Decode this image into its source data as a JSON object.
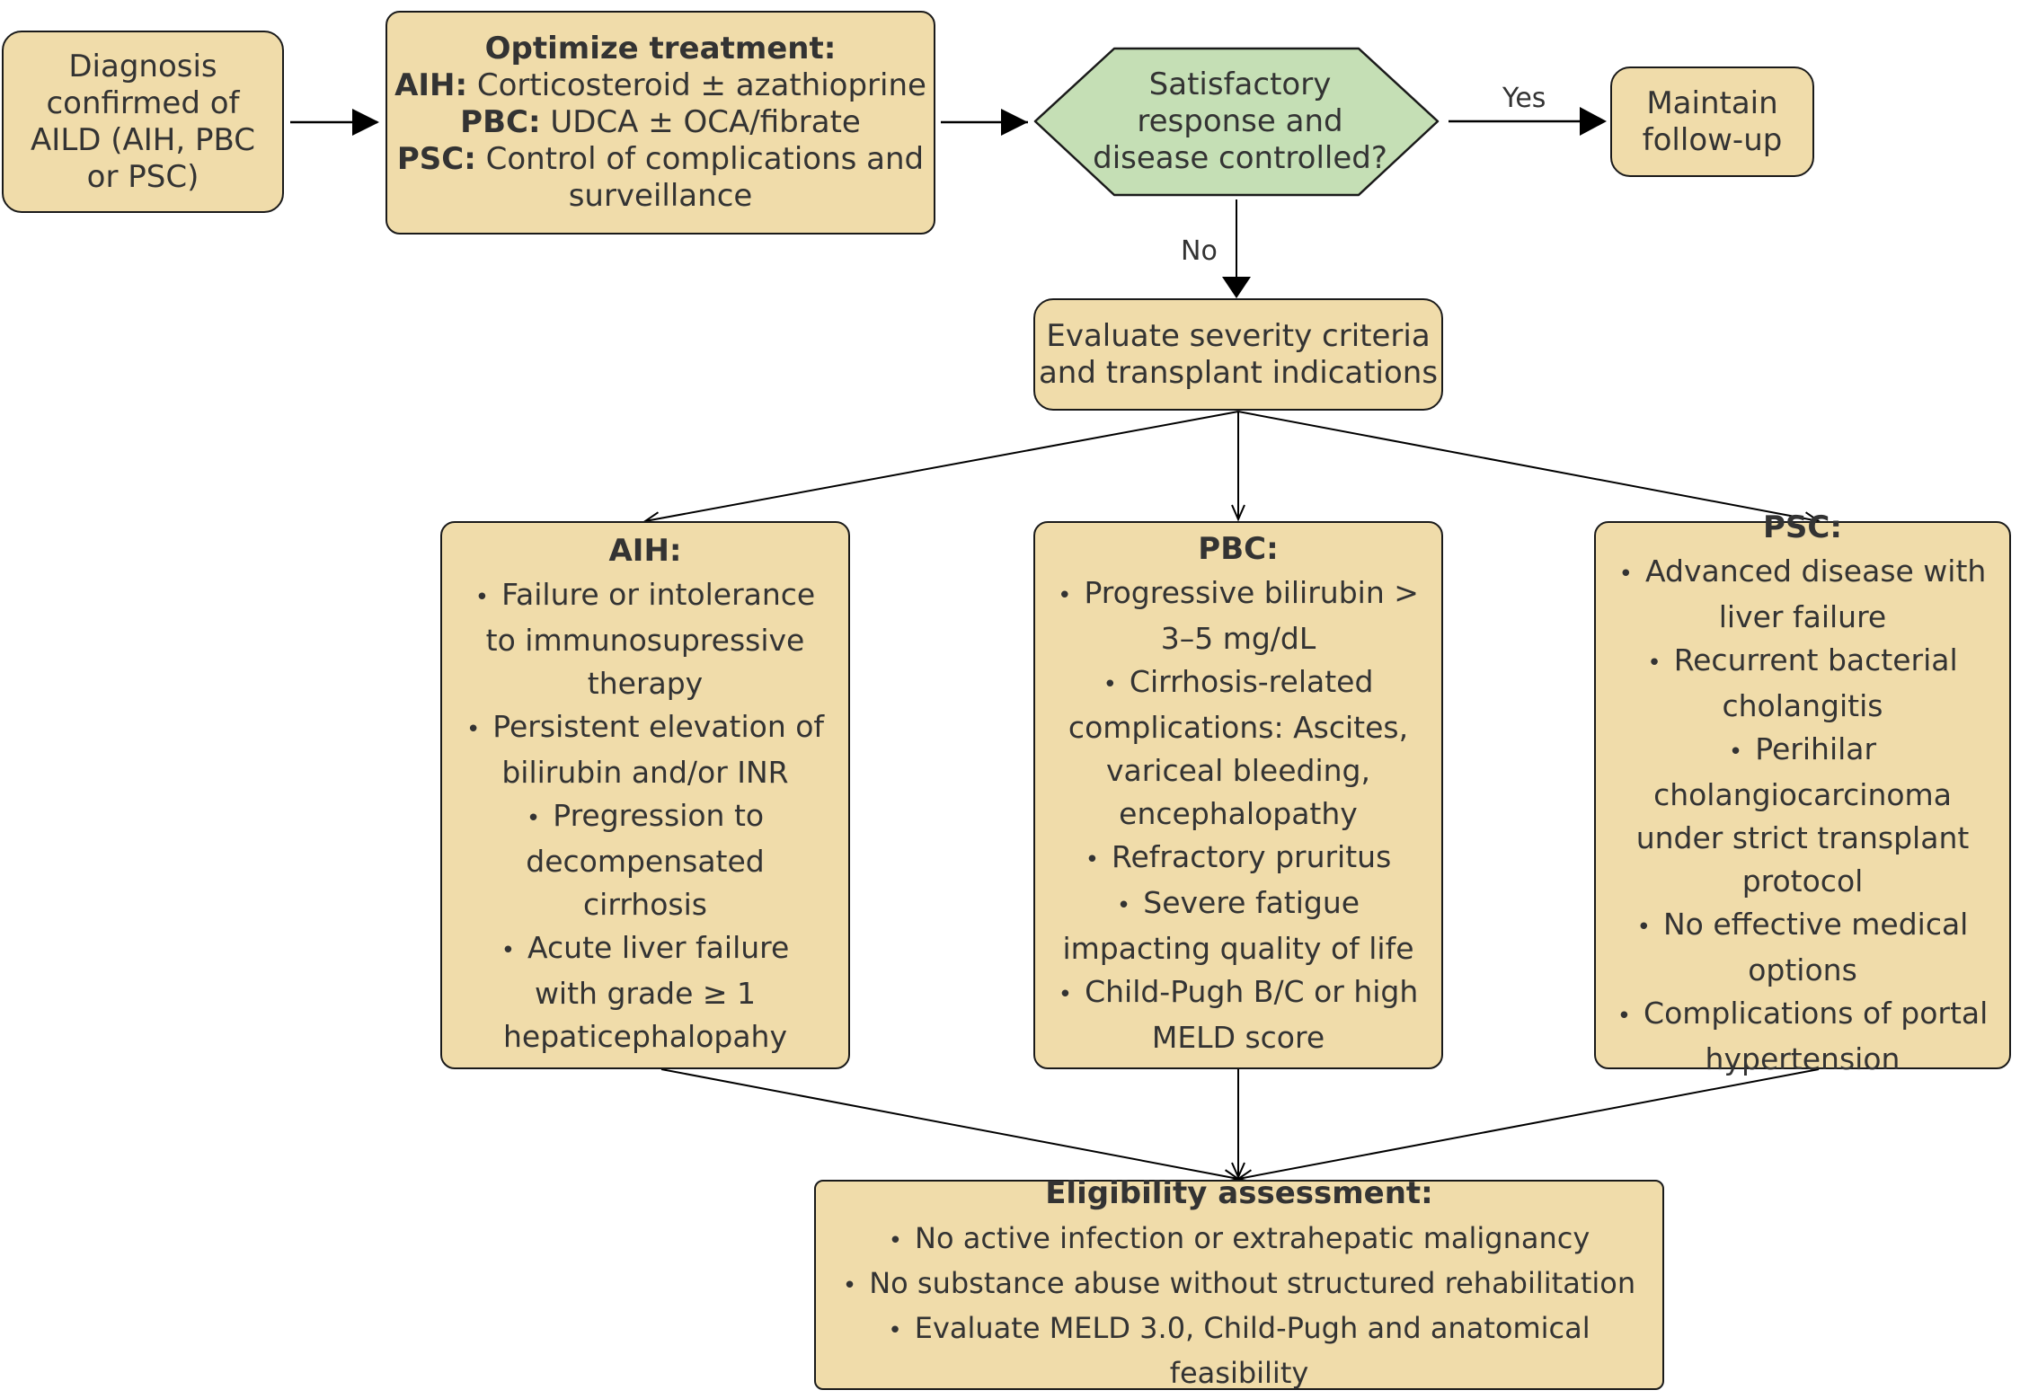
{
  "colors": {
    "box_fill": "#f0dcaa",
    "decision_fill": "#c5dfb5",
    "stroke": "#1a1a1a",
    "text": "#333333"
  },
  "nodes": {
    "diagnosis": {
      "lines": [
        "Diagnosis",
        "confirmed of",
        "AILD (AIH, PBC",
        "or PSC)"
      ]
    },
    "optimize": {
      "title": "Optimize treatment:",
      "rows": [
        {
          "key": "AIH:",
          "text": " Corticosteroid ± azathioprine"
        },
        {
          "key": "PBC:",
          "text": " UDCA ± OCA/fibrate"
        },
        {
          "key": "PSC:",
          "text": " Control of complications and"
        }
      ],
      "tail": "surveillance"
    },
    "decision": {
      "lines": [
        "Satisfactory",
        "response and",
        "disease controlled?"
      ]
    },
    "maintain": {
      "lines": [
        "Maintain",
        "follow-up"
      ]
    },
    "evaluate": {
      "lines": [
        "Evaluate severity criteria",
        "and transplant indications"
      ]
    },
    "aih": {
      "title": "AIH:",
      "items": [
        "Failure or intolerance to immunosupressive therapy",
        "Persistent elevation of bilirubin and/or INR",
        "Pregression to decompensated cirrhosis",
        "Acute liver failure with grade ≥ 1 hepaticephalopahy"
      ]
    },
    "pbc": {
      "title": "PBC:",
      "items": [
        "Progressive bilirubin > 3–5 mg/dL",
        "Cirrhosis-related complications: Ascites, variceal bleeding, encephalopathy",
        "Refractory pruritus",
        "Severe fatigue impacting quality of life",
        "Child-Pugh B/C or high MELD score"
      ]
    },
    "psc": {
      "title": "PSC:",
      "items": [
        "Advanced disease with liver failure",
        "Recurrent bacterial cholangitis",
        "Perihilar cholangiocarcinoma under strict transplant protocol",
        "No effective medical options",
        "Complications of portal hypertension"
      ]
    },
    "eligibility": {
      "title": "Eligibility assessment:",
      "items": [
        "No active infection or extrahepatic malignancy",
        "No substance abuse without structured rehabilitation",
        "Evaluate MELD 3.0, Child-Pugh and anatomical feasibility"
      ]
    }
  },
  "edge_labels": {
    "yes": "Yes",
    "no": "No"
  }
}
